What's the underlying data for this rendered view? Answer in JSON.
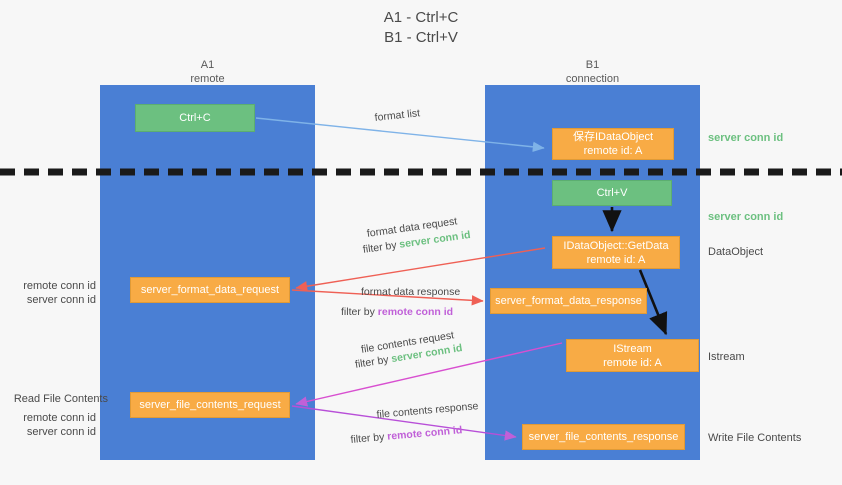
{
  "title": {
    "line1": "A1 - Ctrl+C",
    "line2": "B1 - Ctrl+V"
  },
  "columns": {
    "a1": {
      "name": "A1",
      "role": "remote"
    },
    "b1": {
      "name": "B1",
      "role": "connection"
    }
  },
  "nodes": {
    "ctrl_c": {
      "line1": "Ctrl+C",
      "line2": "",
      "color": "#6cc080"
    },
    "save_idataobject": {
      "line1": "保存IDataObject",
      "line2": "remote id: A",
      "color": "#f8ab45"
    },
    "ctrl_v": {
      "line1": "Ctrl+V",
      "line2": "",
      "color": "#6cc080"
    },
    "getdata": {
      "line1": "IDataObject::GetData",
      "line2": "remote id: A",
      "color": "#f8ab45"
    },
    "server_format_data_request": {
      "line1": "server_format_data_request",
      "line2": "",
      "color": "#f8ab45"
    },
    "server_format_data_response": {
      "line1": "server_format_data_response",
      "line2": "",
      "color": "#f8ab45"
    },
    "istream": {
      "line1": "IStream",
      "line2": "remote id: A",
      "color": "#f8ab45"
    },
    "server_file_contents_request": {
      "line1": "server_file_contents_request",
      "line2": "",
      "color": "#f8ab45"
    },
    "server_file_contents_response": {
      "line1": "server_file_contents_response",
      "line2": "",
      "color": "#f8ab45"
    }
  },
  "side_labels": {
    "server_conn_id_top": "server conn id",
    "server_conn_id_mid": "server conn id",
    "dataobject": "DataObject",
    "istream": "Istream",
    "write_file_contents": "Write File Contents",
    "read_file_contents": "Read File Contents",
    "remote_conn_id": "remote conn id",
    "server_conn_id": "server conn id"
  },
  "arrow_labels": {
    "format_list": "format list",
    "format_data_request": "format data request",
    "format_data_request_filter_prefix": "filter by ",
    "format_data_request_filter_value": "server conn id",
    "format_data_response": "format data response",
    "format_data_response_filter_prefix": "filter by ",
    "format_data_response_filter_value": "remote conn id",
    "file_contents_request": "file contents request",
    "file_contents_request_filter_prefix": "filter by ",
    "file_contents_request_filter_value": "server conn id",
    "file_contents_response": "file contents response",
    "file_contents_response_filter_prefix": "filter by ",
    "file_contents_response_filter_value": "remote conn id"
  },
  "colors": {
    "column": "#4a7fd4",
    "orange": "#f8ab45",
    "green": "#6cc080",
    "purple": "#c060d8",
    "red": "#ef6055",
    "lightblue": "#7fb3e8",
    "divider": "#1a1a1a",
    "dark_arrow": "#111111"
  }
}
